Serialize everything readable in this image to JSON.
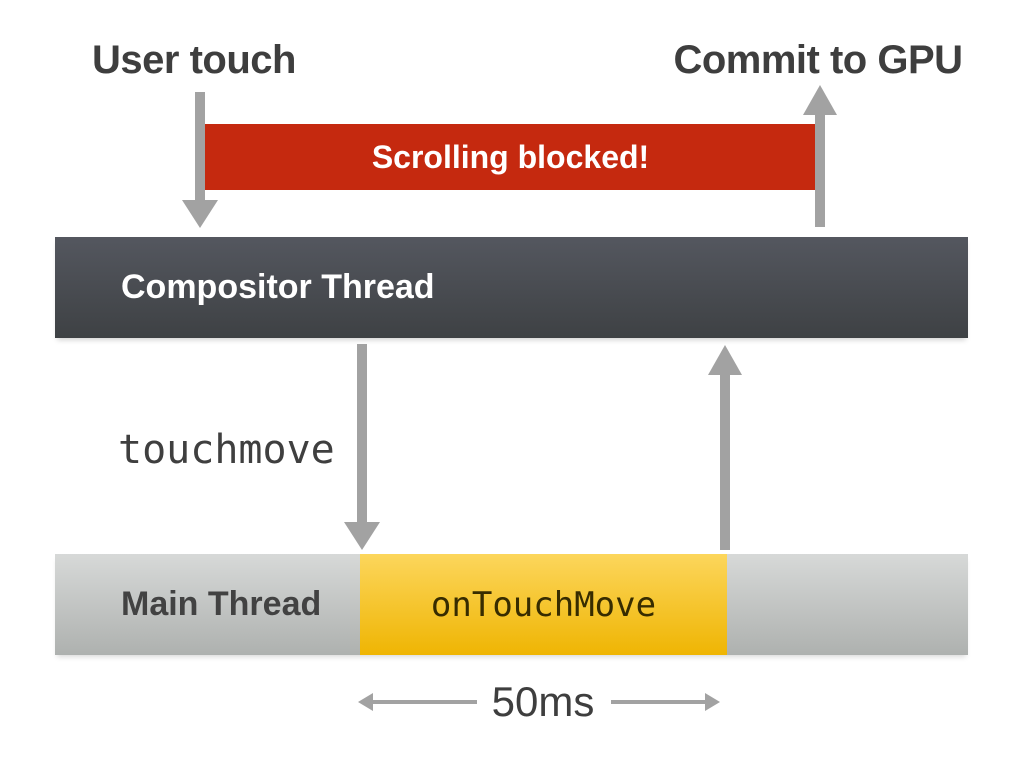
{
  "labels": {
    "user_touch": "User touch",
    "commit_to_gpu": "Commit to GPU",
    "scrolling_blocked": "Scrolling blocked!",
    "compositor_thread": "Compositor Thread",
    "touchmove": "touchmove",
    "main_thread": "Main Thread",
    "on_touch_move": "onTouchMove",
    "duration": "50ms"
  },
  "colors": {
    "blocked_bar": "#c5290f",
    "compositor_top": "#54575f",
    "compositor_bottom": "#3e4144",
    "main_top": "#d7d9d8",
    "main_bottom": "#aeb1af",
    "busy_top": "#fcd65c",
    "busy_bottom": "#efb503",
    "busy_text": "#372c00",
    "arrow": "#a2a2a2",
    "heading_text": "#3e3e3e",
    "bar_label_dark": "#424242",
    "mono_dark": "#3f3f3f"
  }
}
